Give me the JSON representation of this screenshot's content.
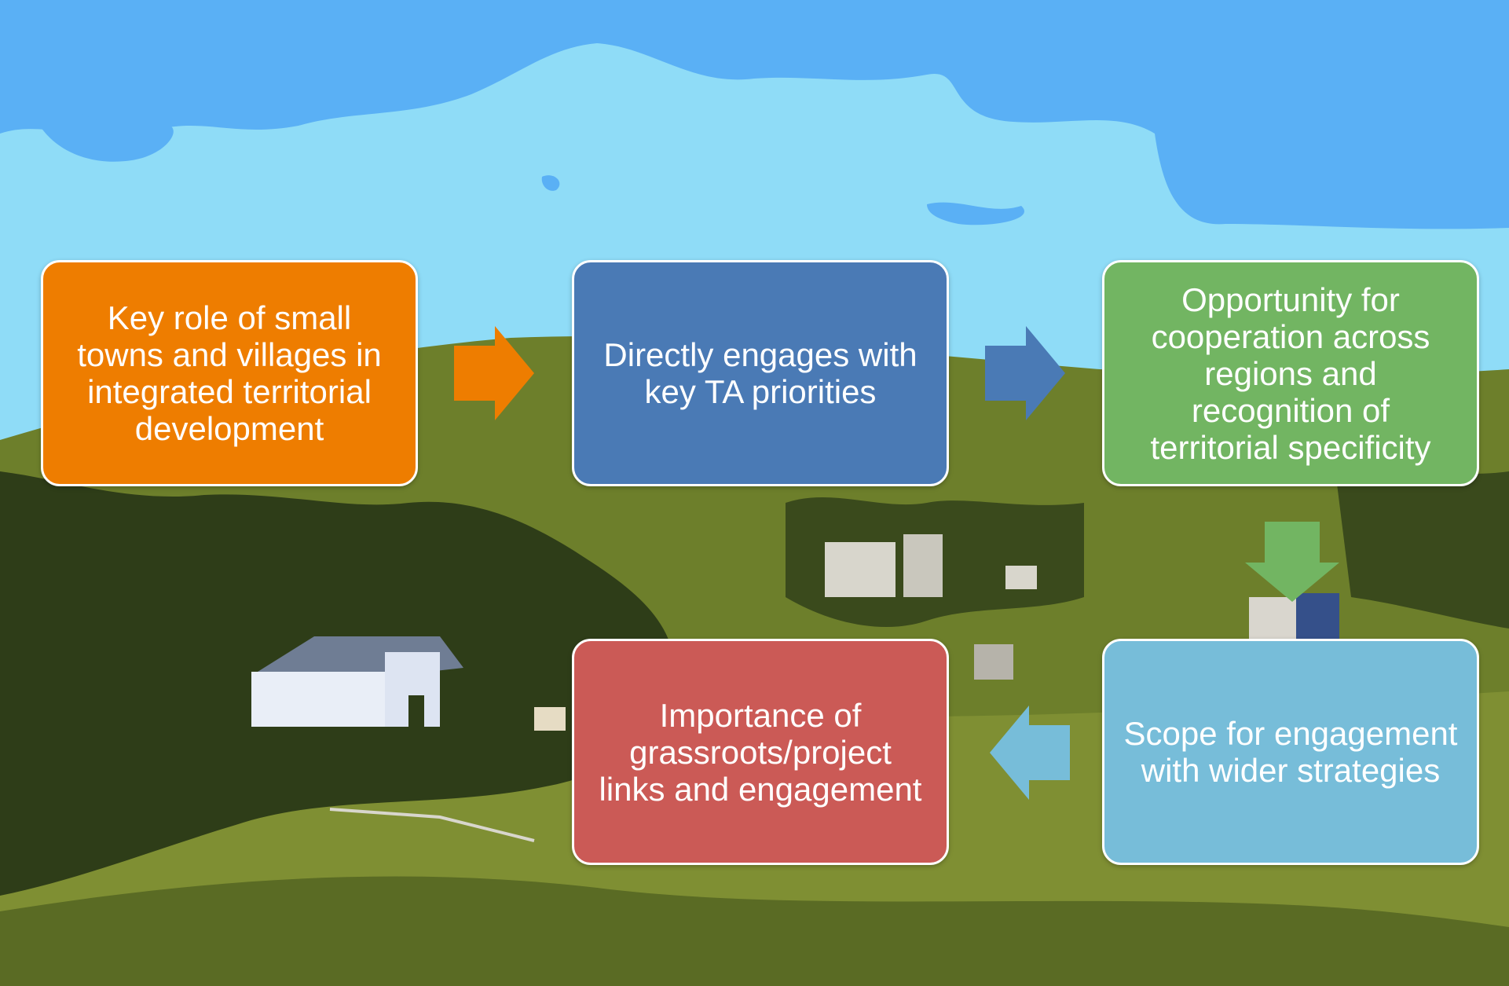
{
  "diagram": {
    "boxes": [
      {
        "text": "Key role of small towns and villages in integrated territorial development",
        "color": "#ee7d00"
      },
      {
        "text": "Directly engages with key TA priorities",
        "color": "#4a7ab5"
      },
      {
        "text": "Opportunity for cooperation across regions and recognition of territorial specificity",
        "color": "#72b562"
      },
      {
        "text": "Scope for engagement with wider strategies",
        "color": "#77bdd9"
      },
      {
        "text": "Importance of grassroots/project links and engagement",
        "color": "#cb5a56"
      }
    ],
    "arrows": [
      {
        "direction": "right",
        "color": "#ee7d00"
      },
      {
        "direction": "right",
        "color": "#4a7ab5"
      },
      {
        "direction": "down",
        "color": "#72b562"
      },
      {
        "direction": "left",
        "color": "#77bdd9"
      }
    ],
    "background": {
      "sky_color": "#5ab0f5",
      "light_sky_color": "#8fdcf7",
      "hill_color": "#6d7f2b",
      "dark_foliage_color": "#2e3d18"
    }
  }
}
